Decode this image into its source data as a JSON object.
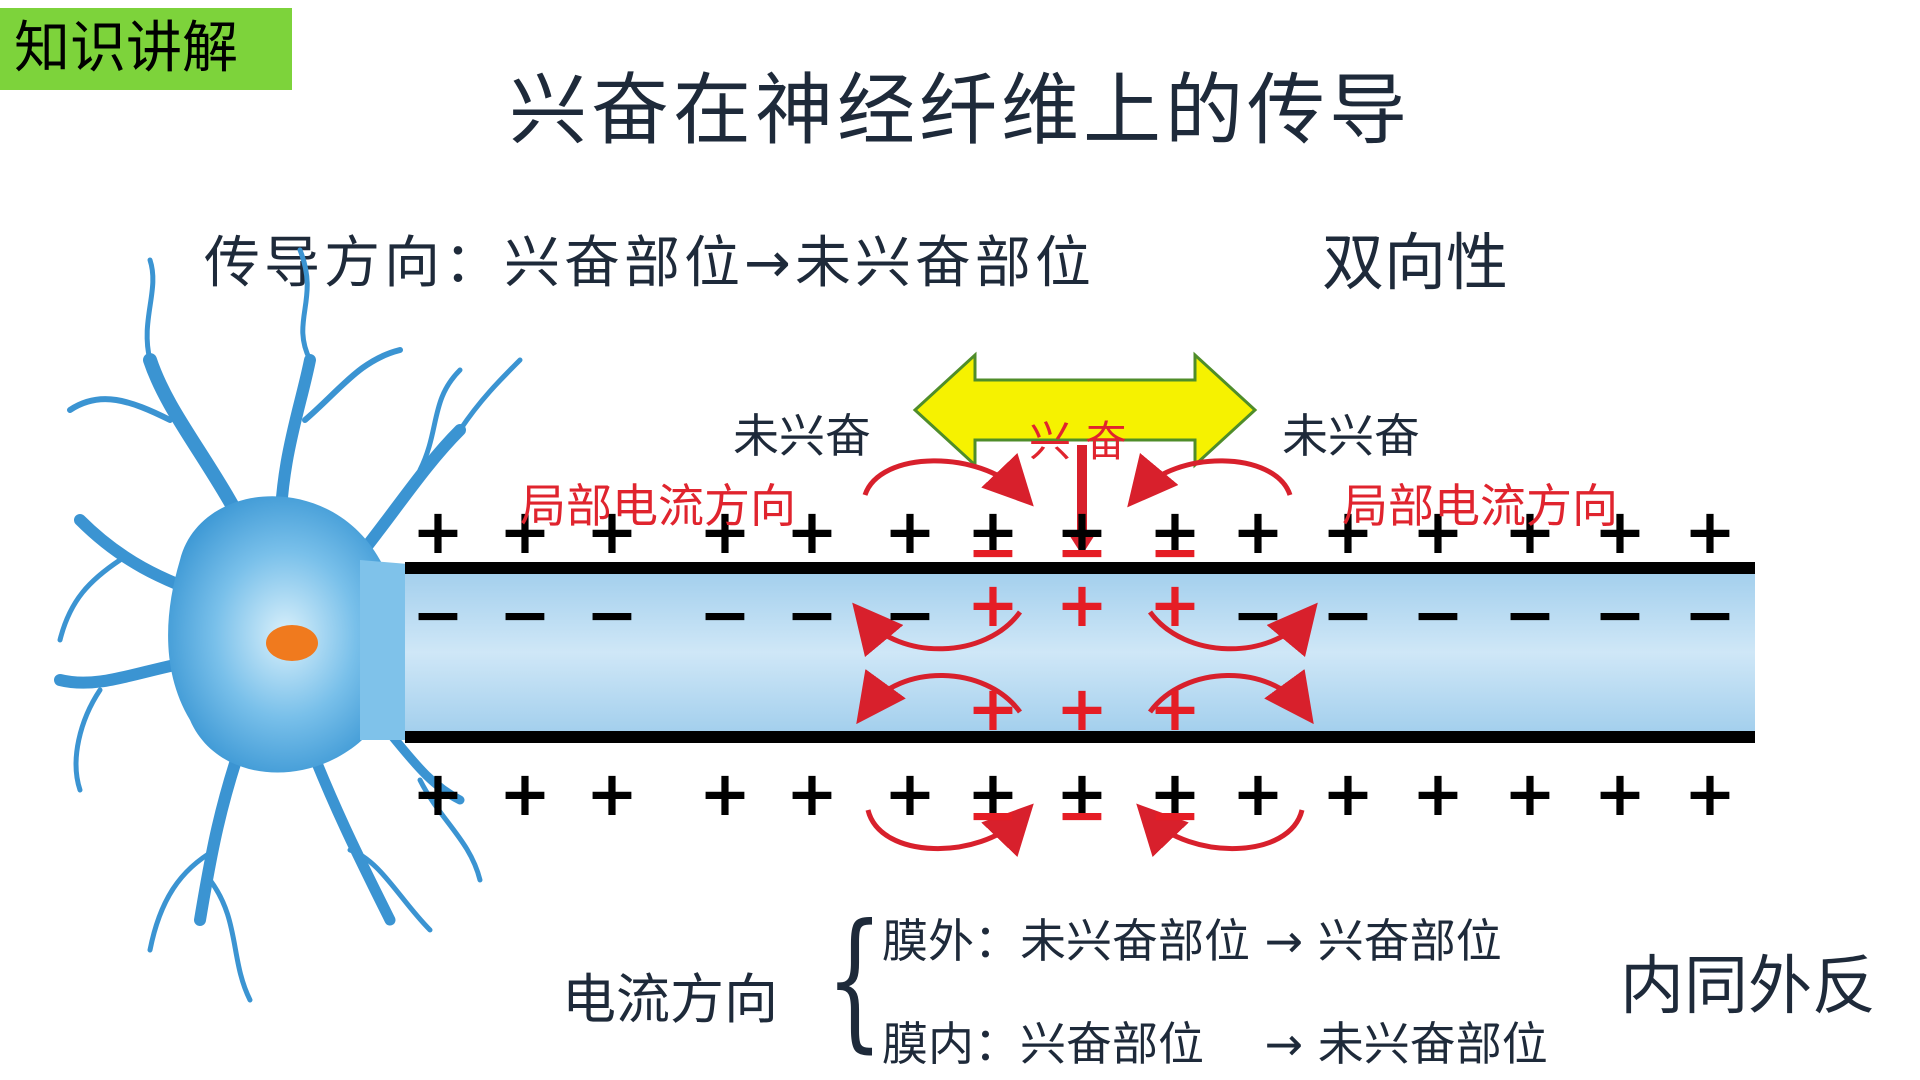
{
  "tag": "知识讲解",
  "title": "兴奋在神经纤维上的传导",
  "conduction_direction": "传导方向：兴奋部位→未兴奋部位",
  "bidirectional": "双向性",
  "unexcited_left": "未兴奋",
  "unexcited_right": "未兴奋",
  "excited": "兴奋",
  "local_current_left": "局部电流方向",
  "local_current_right": "局部电流方向",
  "current_direction": "电流方向",
  "membrane_outside": "膜外：未兴奋部位 → 兴奋部位",
  "membrane_inside": "膜内：兴奋部位　 → 未兴奋部位",
  "rule": "内同外反",
  "brace": "{",
  "symbols": {
    "plus": "+",
    "minus": "−"
  },
  "colors": {
    "tag_bg": "#7dd33b",
    "accent_red": "#e0242e",
    "axon_fill": "#a9d3ef",
    "arrow_yellow": "#f6f200",
    "neuron_blue": "#3b9ddc",
    "nucleus": "#f07a1e"
  },
  "icons": [
    "neuron-illustration",
    "double-headed-arrow-icon",
    "down-arrow-icon",
    "curved-arrow-icon"
  ]
}
